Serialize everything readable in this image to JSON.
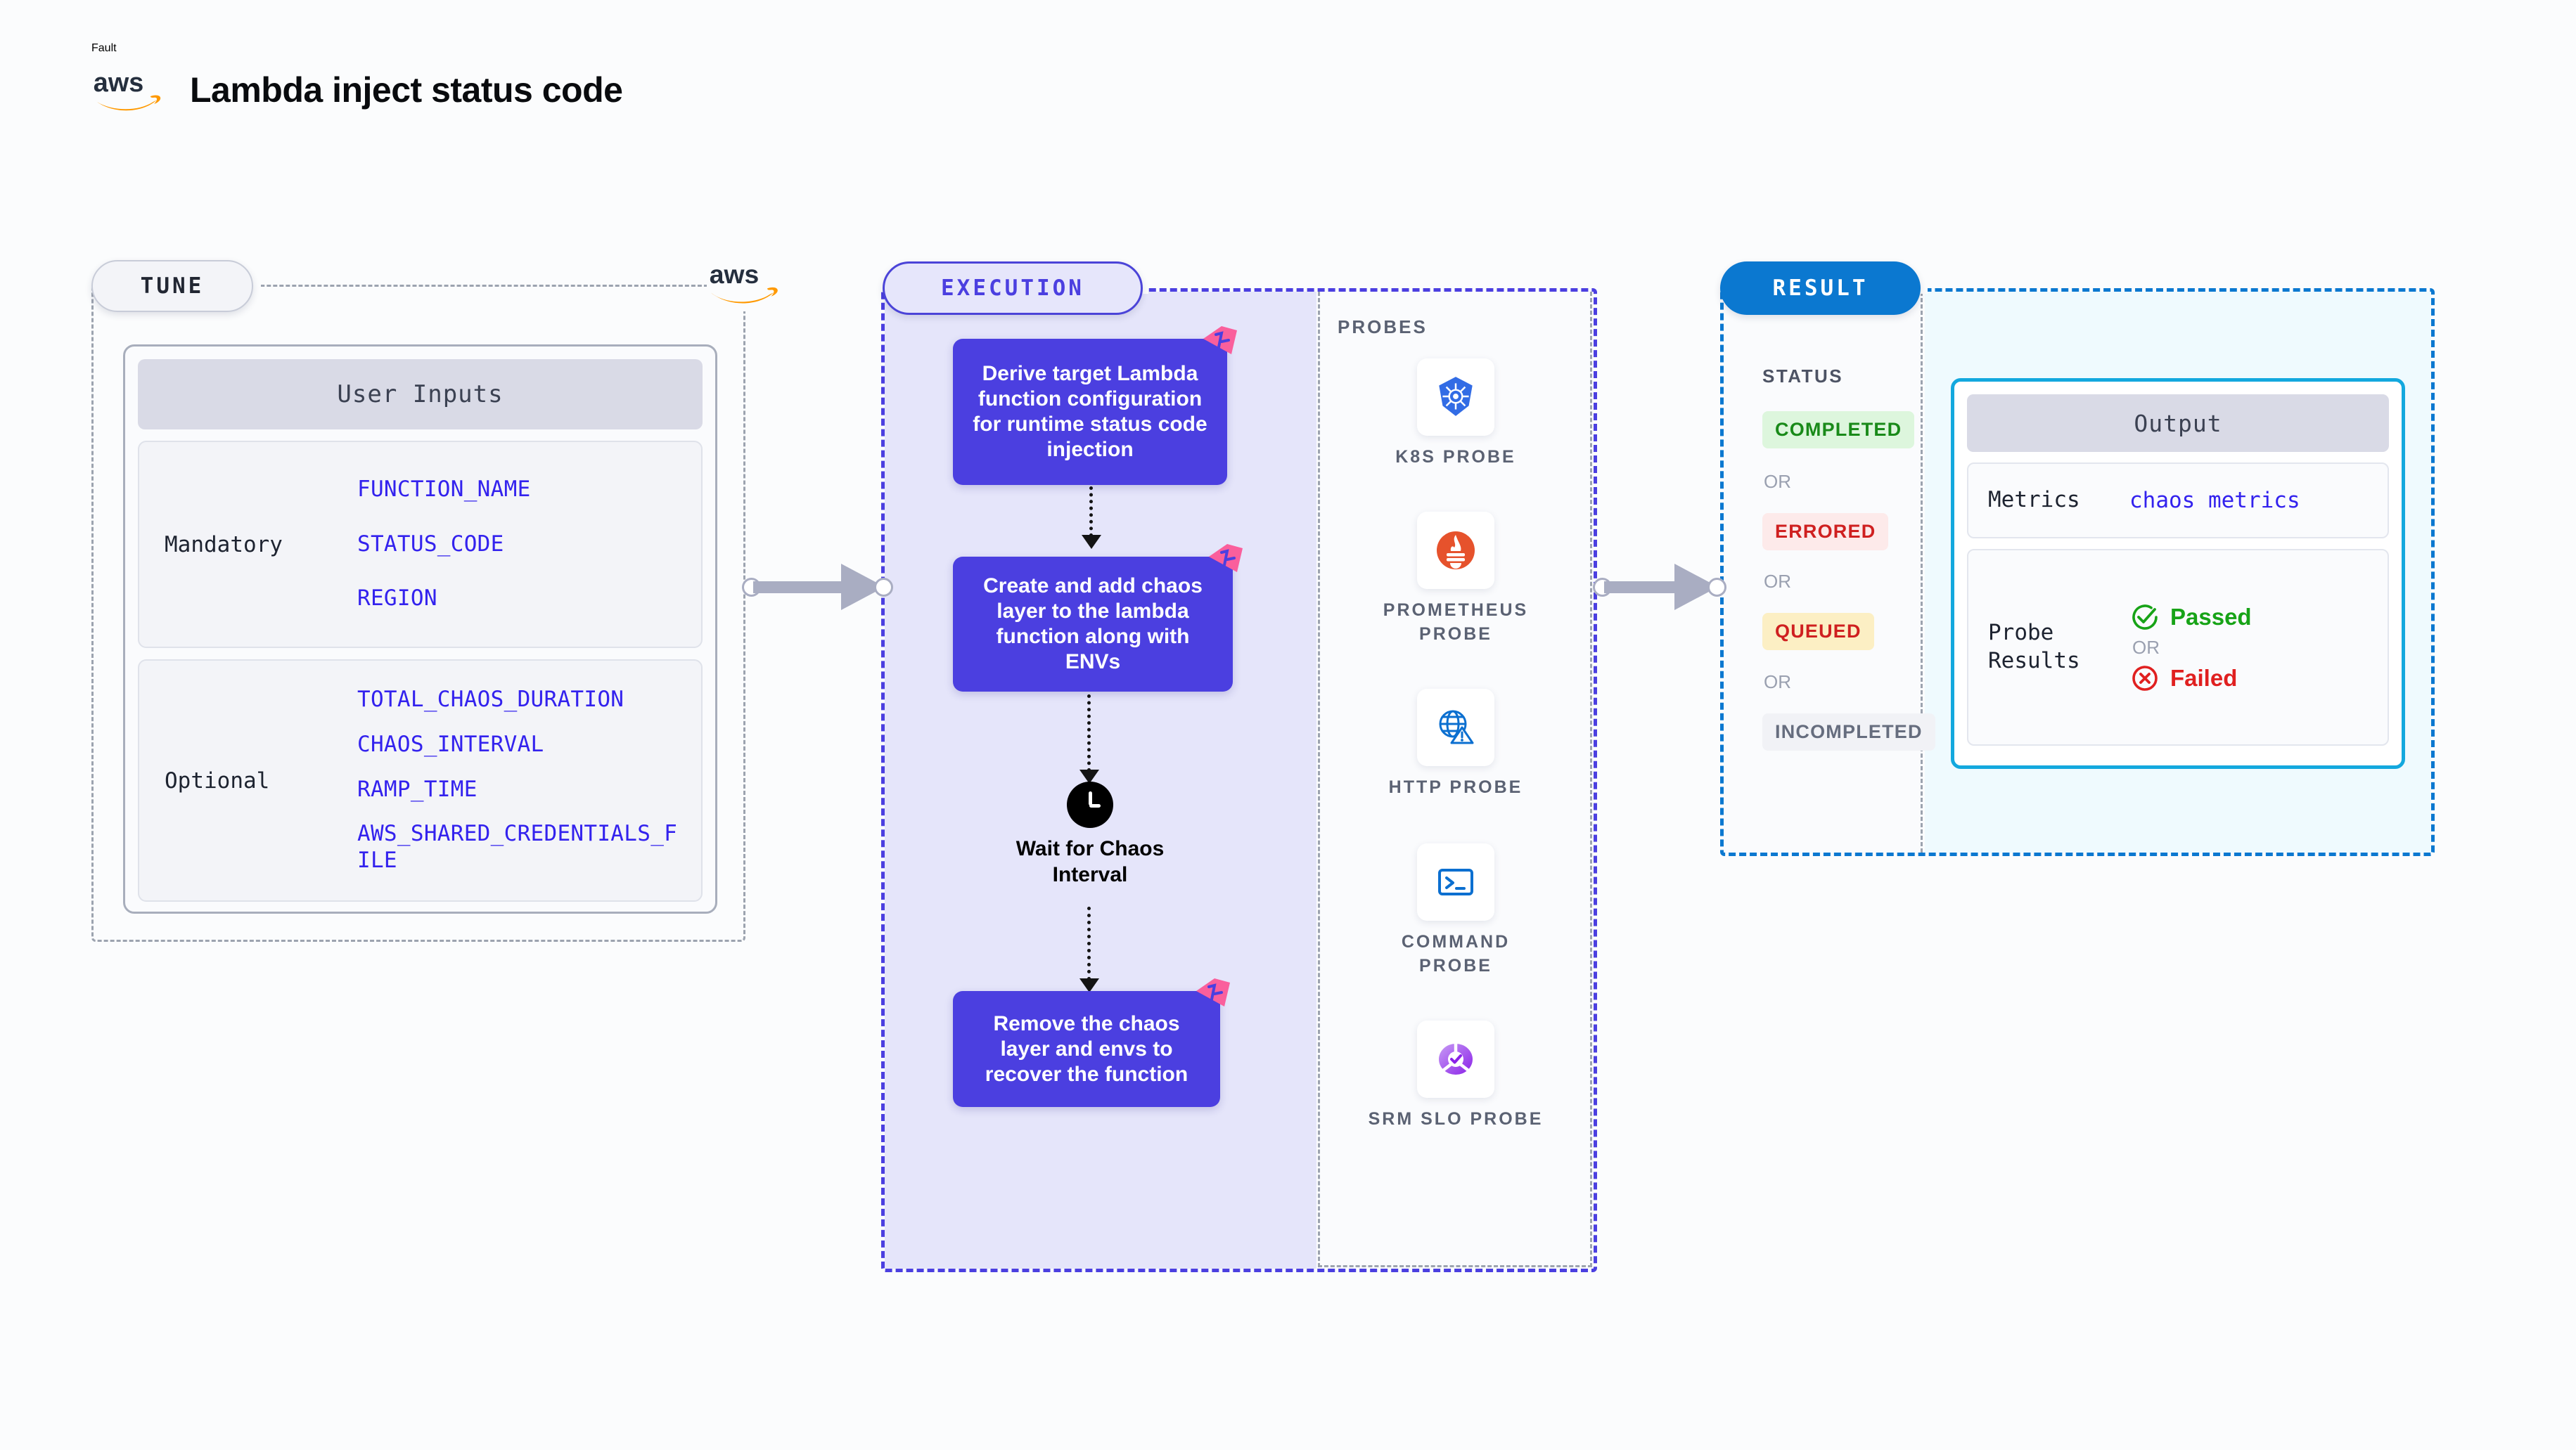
{
  "header": {
    "kicker": "Fault",
    "title": "Lambda inject status code",
    "logo": "aws-logo"
  },
  "tune": {
    "label": "TUNE",
    "card_title": "User Inputs",
    "provider_logo": "aws-logo",
    "groups": [
      {
        "label": "Mandatory",
        "values": [
          "FUNCTION_NAME",
          "STATUS_CODE",
          "REGION"
        ]
      },
      {
        "label": "Optional",
        "values": [
          "TOTAL_CHAOS_DURATION",
          "CHAOS_INTERVAL",
          "RAMP_TIME",
          "AWS_SHARED_CREDENTIALS_FILE"
        ]
      }
    ]
  },
  "execution": {
    "label": "EXECUTION",
    "steps": [
      {
        "text": "Derive target Lambda function configuration for runtime status code injection"
      },
      {
        "text": "Create and add chaos layer to the lambda function along with ENVs"
      },
      {
        "text": "Remove the chaos layer and envs to recover the function"
      }
    ],
    "wait": {
      "icon": "clock-icon",
      "label": "Wait for Chaos Interval"
    },
    "probes": {
      "title": "PROBES",
      "items": [
        {
          "label": "K8S PROBE",
          "icon": "kubernetes-icon"
        },
        {
          "label": "PROMETHEUS PROBE",
          "icon": "prometheus-icon"
        },
        {
          "label": "HTTP PROBE",
          "icon": "http-globe-warning-icon"
        },
        {
          "label": "COMMAND PROBE",
          "icon": "terminal-icon"
        },
        {
          "label": "SRM SLO PROBE",
          "icon": "srm-slo-icon"
        }
      ]
    }
  },
  "result": {
    "label": "RESULT",
    "status_title": "STATUS",
    "or_label": "OR",
    "statuses": [
      {
        "label": "COMPLETED",
        "bg": "#ddf6dd",
        "fg": "#198a19"
      },
      {
        "label": "ERRORED",
        "bg": "#fdeaea",
        "fg": "#cf2020"
      },
      {
        "label": "QUEUED",
        "bg": "#fcefc4",
        "fg": "#cf2020"
      },
      {
        "label": "INCOMPLETED",
        "bg": "#f1f2f6",
        "fg": "#666d7e"
      }
    ],
    "output": {
      "title": "Output",
      "metrics_label": "Metrics",
      "metrics_value": "chaos metrics",
      "probe_results_label": "Probe Results",
      "passed_label": "Passed",
      "failed_label": "Failed",
      "or_label": "OR"
    }
  },
  "colors": {
    "accent_purple": "#4b3fe0",
    "accent_blue": "#0b78d0",
    "accent_cyan": "#13a8de",
    "badge_pink": "#fa5f9c",
    "code_blue": "#3322ee"
  }
}
